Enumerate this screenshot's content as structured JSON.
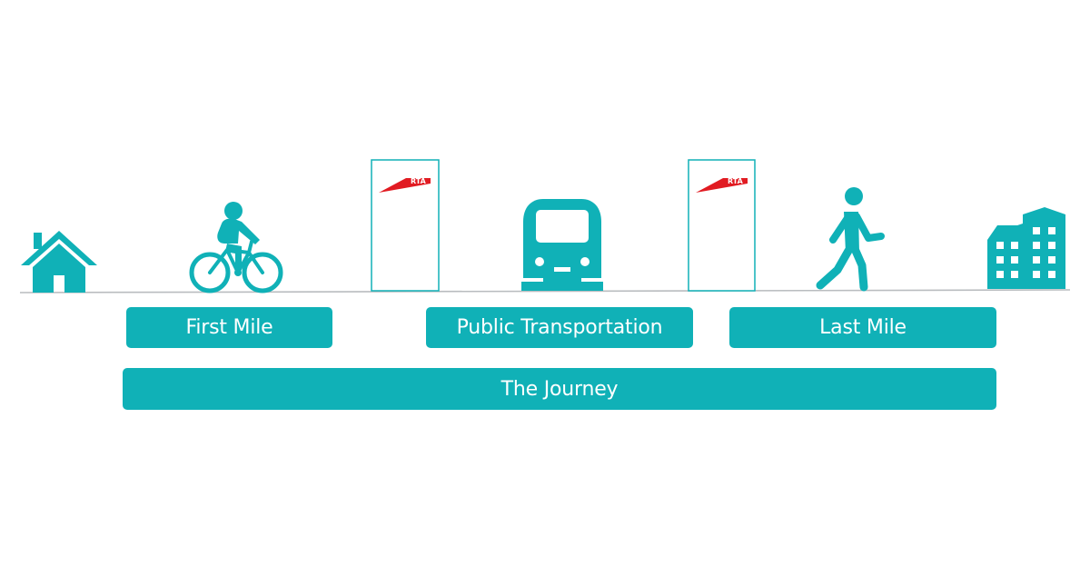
{
  "colors": {
    "accent": "#10b1b7",
    "baseline": "#b9bcbf",
    "rta_red": "#e11b22",
    "background": "#ffffff"
  },
  "icons": [
    "home-icon",
    "bicycle-rider-icon",
    "rta-station-gate-icon",
    "metro-train-icon",
    "rta-station-gate-icon",
    "walking-person-icon",
    "office-building-icon"
  ],
  "gates": [
    {
      "logo_text": "RTA"
    },
    {
      "logo_text": "RTA"
    }
  ],
  "stages": [
    {
      "label": "First Mile"
    },
    {
      "label": "Public Transportation"
    },
    {
      "label": "Last Mile"
    }
  ],
  "journey": {
    "label": "The Journey"
  }
}
